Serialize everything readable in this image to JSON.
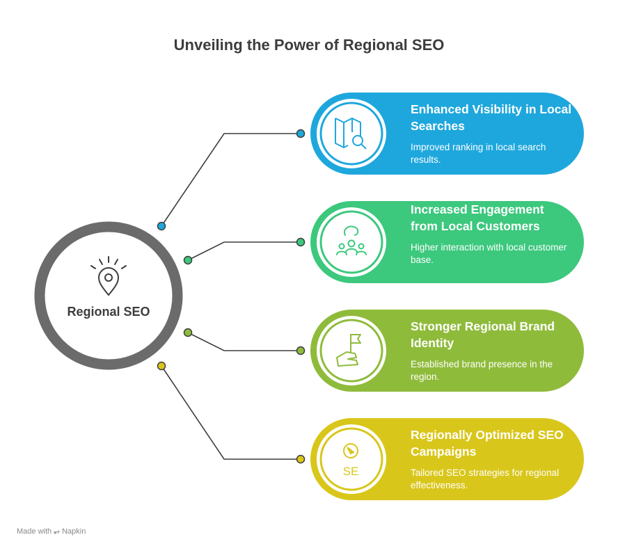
{
  "title": "Unveiling the Power of Regional SEO",
  "hub": {
    "label": "Regional SEO",
    "icon": "location-pin-icon",
    "color": "#6b6b6b"
  },
  "cards": [
    {
      "title": "Enhanced Visibility in Local Searches",
      "description": "Improved ranking in local search results.",
      "color": "#1ea7dd",
      "icon": "map-search-icon"
    },
    {
      "title": "Increased Engagement from Local Customers",
      "description": "Higher interaction with local customer base.",
      "color": "#3cc87d",
      "icon": "customer-group-icon"
    },
    {
      "title": "Stronger Regional Brand Identity",
      "description": "Established brand presence in the region.",
      "color": "#8fbb3b",
      "icon": "hand-flag-icon"
    },
    {
      "title": "Regionally Optimized SEO Campaigns",
      "description": "Tailored SEO strategies for regional effectiveness.",
      "color": "#d9c61a",
      "icon": "compass-se-icon",
      "icon_text": "SE"
    }
  ],
  "footer": {
    "made_with": "Made with",
    "brand": "Napkin"
  }
}
